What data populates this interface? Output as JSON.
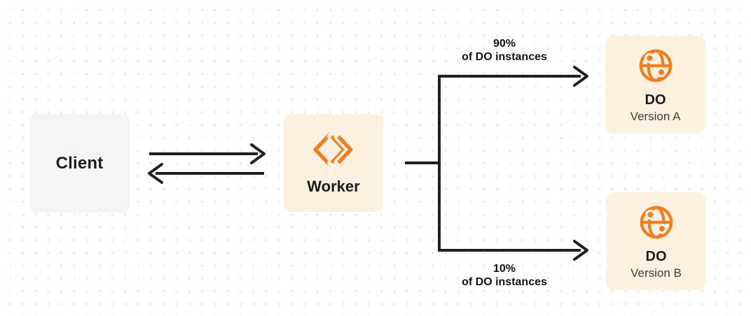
{
  "diagram": {
    "client": {
      "label": "Client"
    },
    "worker": {
      "label": "Worker"
    },
    "branch_top": {
      "percent": "90%",
      "caption": "of DO instances"
    },
    "branch_bottom": {
      "percent": "10%",
      "caption": "of DO instances"
    },
    "do_version_a": {
      "title": "DO",
      "subtitle": "Version A"
    },
    "do_version_b": {
      "title": "DO",
      "subtitle": "Version B"
    }
  },
  "icons": {
    "worker_icon": "workers-double-chevron-icon",
    "do_icon": "globe-icon"
  },
  "colors": {
    "accent_orange": "#EE7F22",
    "node_cream": "#FCF0DF",
    "client_gray": "#F5F5F6",
    "line_dark": "#1F1F1F",
    "dot_grid_gray": "#E7E7E7",
    "text_dark": "#1D1D1F",
    "subtitle_gray": "#3F3F42"
  }
}
